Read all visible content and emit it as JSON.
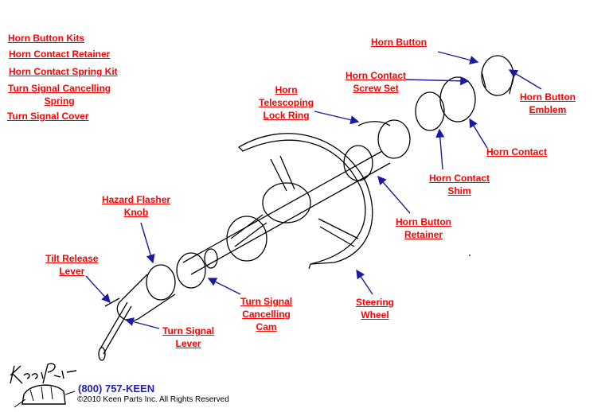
{
  "side_links": [
    "Horn Button Kits",
    "Horn Contact Retainer",
    "Horn Contact Spring Kit",
    [
      "Turn Signal Cancelling",
      "Spring"
    ],
    "Turn Signal Cover"
  ],
  "callouts": {
    "horn_button": [
      "Horn Button"
    ],
    "horn_contact_screw_set": [
      "Horn Contact",
      "Screw Set"
    ],
    "horn_telescoping_lock_ring": [
      "Horn",
      "Telescoping",
      "Lock Ring"
    ],
    "horn_button_emblem": [
      "Horn Button",
      "Emblem"
    ],
    "horn_contact": [
      "Horn Contact"
    ],
    "horn_contact_shim": [
      "Horn Contact",
      "Shim"
    ],
    "horn_button_retainer": [
      "Horn Button",
      "Retainer"
    ],
    "hazard_flasher_knob": [
      "Hazard Flasher",
      "Knob"
    ],
    "tilt_release_lever": [
      "Tilt Release",
      "Lever"
    ],
    "steering_wheel": [
      "Steering",
      "Wheel"
    ],
    "turn_signal_cancelling_cam": [
      "Turn Signal",
      "Cancelling",
      "Cam"
    ],
    "turn_signal_lever": [
      "Turn Signal",
      "Lever"
    ]
  },
  "footer": {
    "logo_text": "Keen Parts",
    "phone": "(800) 757-KEEN",
    "copyright": "©2010 Keen Parts Inc. All Rights Reserved"
  },
  "colors": {
    "link": "#ff0000",
    "phone": "#2222aa",
    "arrow": "#1a1aa0"
  }
}
